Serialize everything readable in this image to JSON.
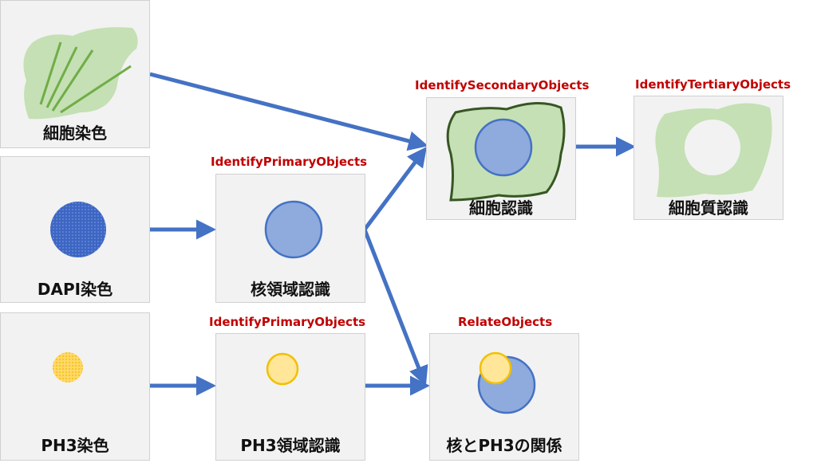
{
  "boxes": {
    "cell_stain": "細胞染色",
    "dapi_stain": "DAPI染色",
    "ph3_stain": "PH3染色",
    "nucleus_region": "核領域認識",
    "ph3_region": "PH3領域認識",
    "cell_recognition": "細胞認識",
    "cytoplasm_recognition": "細胞質認識",
    "nucleus_ph3_relation": "核とPH3の関係"
  },
  "modules": {
    "identify_primary_1": "IdentifyPrimaryObjects",
    "identify_primary_2": "IdentifyPrimaryObjects",
    "identify_secondary": "IdentifySecondaryObjects",
    "identify_tertiary": "IdentifyTertiaryObjects",
    "relate_objects": "RelateObjects"
  },
  "colors": {
    "arrow": "#4472c4",
    "module_text": "#c00000",
    "cell_fill": "#c5e0b4",
    "cell_outline": "#375623",
    "fiber": "#70ad47",
    "nucleus_fill": "#8faadc",
    "nucleus_edge": "#4472c4",
    "dapi_fill": "#3d66c4",
    "ph3_fill": "#ffe699",
    "ph3_edge": "#f2c000",
    "box_bg": "#f2f2f2"
  }
}
